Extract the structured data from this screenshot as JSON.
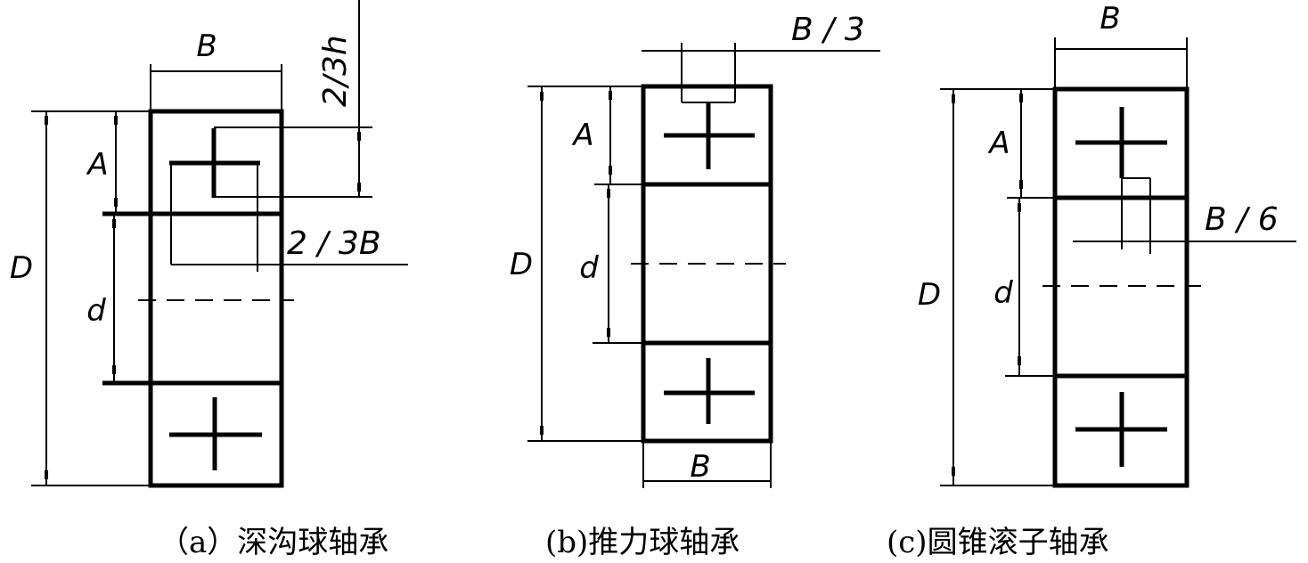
{
  "figure_a": {
    "label_B": "B",
    "label_A": "A",
    "label_D": "D",
    "label_d": "d",
    "label_two_thirds_h": "2/3h",
    "label_two_thirds_B": "2 / 3B",
    "caption": "（a）深沟球轴承"
  },
  "figure_b": {
    "label_B_third": "B / 3",
    "label_A": "A",
    "label_D": "D",
    "label_d": "d",
    "label_B": "B",
    "caption": "(b)推力球轴承"
  },
  "figure_c": {
    "label_B": "B",
    "label_A": "A",
    "label_D": "D",
    "label_d": "d",
    "label_B_sixth": "B / 6",
    "caption": "(c)圆锥滚子轴承"
  }
}
